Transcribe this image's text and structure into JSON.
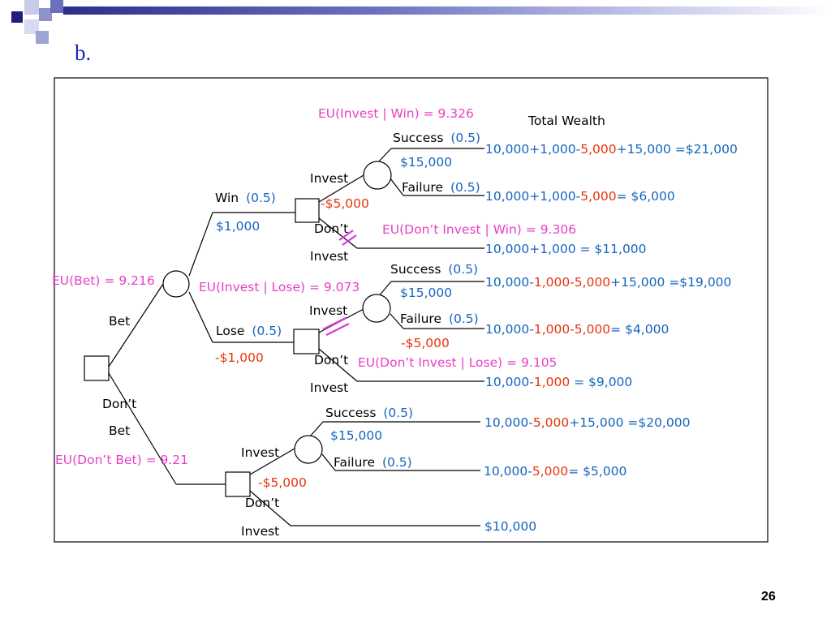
{
  "slide": {
    "title": "b.",
    "page_number": "26"
  },
  "column_header": "Total Wealth",
  "colors": {
    "black": "#000000",
    "blue": "#1565c0",
    "red": "#e8340c",
    "pink": "#e83fc6",
    "cut_mark": "#d63ad6",
    "title_blue": "#1b27c4"
  },
  "eu": {
    "bet": "EU(Bet) = 9.216",
    "dont_bet": "EU(Don’t Bet) = 9.21",
    "invest_win": "EU(Invest | Win) = 9.326",
    "dont_invest_win": "EU(Don’t Invest | Win) = 9.306",
    "invest_lose": "EU(Invest | Lose) = 9.073",
    "dont_invest_lose": "EU(Don’t Invest | Lose) = 9.105"
  },
  "labels": {
    "bet": "Bet",
    "dont": "Don’t",
    "bet_word": "Bet",
    "invest": "Invest",
    "win": "Win",
    "lose": "Lose",
    "success": "Success",
    "failure": "Failure",
    "prob": "(0.5)"
  },
  "amounts": {
    "win_amt": "$1,000",
    "lose_amt": "-$1,000",
    "invest_cost": "-$5,000",
    "success_gain": "$15,000"
  },
  "outcomes": {
    "win_success": [
      {
        "t": "10,000+1,000-",
        "c": "blue"
      },
      {
        "t": "5,000",
        "c": "red"
      },
      {
        "t": "+15,000 =$21,000",
        "c": "blue"
      }
    ],
    "win_failure": [
      {
        "t": "10,000+1,000-",
        "c": "blue"
      },
      {
        "t": "5,000",
        "c": "red"
      },
      {
        "t": "= $6,000",
        "c": "blue"
      }
    ],
    "win_no_invest": [
      {
        "t": "10,000+1,000 = $11,000",
        "c": "blue"
      }
    ],
    "lose_success": [
      {
        "t": "10,000-",
        "c": "blue"
      },
      {
        "t": "1,000-5,000",
        "c": "red"
      },
      {
        "t": "+15,000 =$19,000",
        "c": "blue"
      }
    ],
    "lose_failure": [
      {
        "t": "10,000-",
        "c": "blue"
      },
      {
        "t": "1,000-5,000",
        "c": "red"
      },
      {
        "t": "= $4,000",
        "c": "blue"
      }
    ],
    "lose_no_invest": [
      {
        "t": "10,000-",
        "c": "blue"
      },
      {
        "t": "1,000",
        "c": "red"
      },
      {
        "t": " = $9,000",
        "c": "blue"
      }
    ],
    "nobet_success": [
      {
        "t": "10,000-",
        "c": "blue"
      },
      {
        "t": "5,000",
        "c": "red"
      },
      {
        "t": "+15,000 =$20,000",
        "c": "blue"
      }
    ],
    "nobet_failure": [
      {
        "t": "10,000-",
        "c": "blue"
      },
      {
        "t": "5,000",
        "c": "red"
      },
      {
        "t": "= $5,000",
        "c": "blue"
      }
    ],
    "nobet_no_invest": [
      {
        "t": "$10,000",
        "c": "blue"
      }
    ]
  }
}
